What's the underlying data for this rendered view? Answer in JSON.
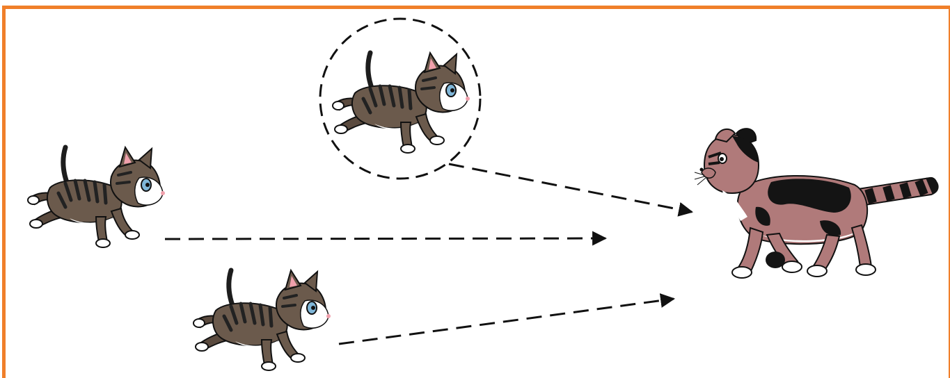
{
  "colors": {
    "frame": "#f07f2a",
    "arrow": "#111111",
    "kitten_fur": "#6b5a4c",
    "kitten_stripe": "#222222",
    "kitten_eye": "#7fb6d8",
    "kitten_ear": "#f0a0ac",
    "cat_fur": "#b07a7a",
    "cat_patch": "#141414",
    "paw_white": "#ffffff"
  },
  "figures": {
    "kittens": [
      {
        "name": "kitten-left",
        "highlighted": false
      },
      {
        "name": "kitten-top",
        "highlighted": true
      },
      {
        "name": "kitten-bottom",
        "highlighted": false
      }
    ],
    "target": {
      "name": "adult-cat"
    },
    "arrows": [
      {
        "from": "kitten-top",
        "to": "adult-cat",
        "style": "dashed"
      },
      {
        "from": "kitten-left",
        "to": "adult-cat",
        "style": "dashed"
      },
      {
        "from": "kitten-bottom",
        "to": "adult-cat",
        "style": "dashed"
      }
    ]
  }
}
